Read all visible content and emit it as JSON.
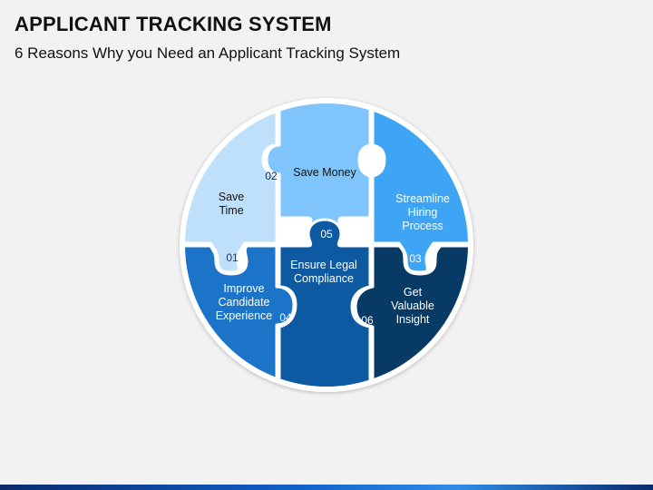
{
  "title": "APPLICANT TRACKING SYSTEM",
  "subtitle": "6 Reasons Why you Need an Applicant Tracking System",
  "pieces": [
    {
      "number": "01",
      "lines": [
        "Save",
        "Time"
      ],
      "fill": "#bfe0fb",
      "text_color": "#111111",
      "number_color": "#1e3a5f"
    },
    {
      "number": "02",
      "lines": [
        "Save Money"
      ],
      "fill": "#7fc4fa",
      "text_color": "#111111",
      "number_color": "#0f2f55"
    },
    {
      "number": "03",
      "lines": [
        "Streamline",
        "Hiring",
        "Process"
      ],
      "fill": "#3ea4f4",
      "text_color": "#ffffff",
      "number_color": "#ffffff"
    },
    {
      "number": "04",
      "lines": [
        "Improve",
        "Candidate",
        "Experience"
      ],
      "fill": "#1b74c8",
      "text_color": "#ffffff",
      "number_color": "#ffffff"
    },
    {
      "number": "05",
      "lines": [
        "Ensure Legal",
        "Compliance"
      ],
      "fill": "#0d5aa3",
      "text_color": "#ffffff",
      "number_color": "#ffffff"
    },
    {
      "number": "06",
      "lines": [
        "Get",
        "Valuable",
        "Insight"
      ],
      "fill": "#083a66",
      "text_color": "#ffffff",
      "number_color": "#ffffff"
    }
  ]
}
